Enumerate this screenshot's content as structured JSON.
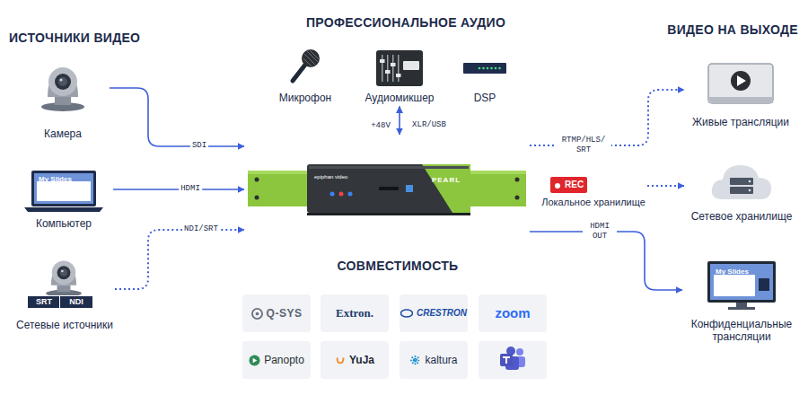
{
  "diagram": {
    "nodes": [
      {
        "text": [
          "Камера"
        ]
      },
      {
        "text": [
          "My Slides",
          "Компьютер"
        ]
      },
      {
        "text": [
          "SRT",
          "NDI",
          "Сетевые источники"
        ]
      },
      {
        "text": [
          "Микрофон"
        ]
      },
      {
        "text": [
          "Аудиомикшер"
        ]
      },
      {
        "text": [
          "DSP"
        ]
      },
      {
        "text": [
          "epiphan video",
          "PEARL"
        ]
      },
      {
        "text": [
          "REC",
          "Локальное хранилище"
        ]
      },
      {
        "text": [
          "Живые трансляции"
        ]
      },
      {
        "text": [
          "Сетевое хранилище"
        ]
      },
      {
        "text": [
          "My Slides",
          "Конфиденциальные трансляции"
        ]
      },
      {
        "text": [
          "Q-SYS"
        ]
      },
      {
        "text": [
          "Extron."
        ]
      },
      {
        "text": [
          "CRESTRON"
        ]
      },
      {
        "text": [
          "zoom"
        ]
      },
      {
        "text": [
          "Panopto"
        ]
      },
      {
        "text": [
          "YuJa"
        ]
      },
      {
        "text": [
          "kaltura"
        ]
      }
    ],
    "edges": [
      {
        "from": 0,
        "to": 6,
        "arrow": "to",
        "label": "SDI"
      },
      {
        "from": 1,
        "to": 6,
        "arrow": "to",
        "label": "HDMI"
      },
      {
        "from": 2,
        "to": 6,
        "arrow": "to",
        "label": "NDI/SRT"
      },
      {
        "from": 4,
        "to": 6,
        "arrow": "both",
        "label": "XLR/USB"
      },
      {
        "from": 6,
        "to": 8,
        "arrow": "to",
        "label": "RTMP/HLS/ SRT"
      },
      {
        "from": 7,
        "to": 9,
        "arrow": "to"
      },
      {
        "from": 6,
        "to": 10,
        "arrow": "to",
        "label": "HDMI OUT"
      }
    ],
    "labels": [
      "ИСТОЧНИКИ ВИДЕО",
      "ПРОФЕССИОНАЛЬНОЕ АУДИО",
      "ВИДЕО НА ВЫХОДЕ",
      "СОВМЕСТИМОСТЬ",
      "+48V"
    ]
  }
}
